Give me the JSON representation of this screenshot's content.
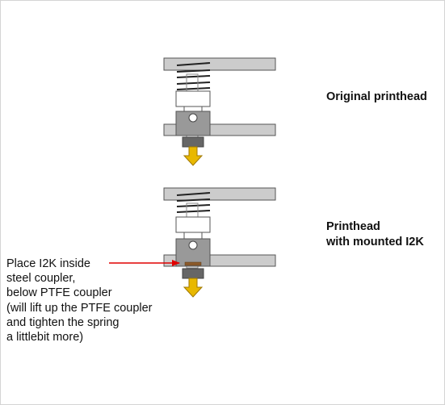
{
  "labels": {
    "original": "Original printhead",
    "mounted": [
      "Printhead",
      "with mounted I2K"
    ]
  },
  "note": [
    "Place I2K inside",
    "steel coupler,",
    "below PTFE coupler",
    "(will lift up the PTFE coupler",
    "and tighten the spring",
    "a littlebit more)"
  ],
  "colors": {
    "plate": "#cccccc",
    "outline": "#555555",
    "steel_coupler": "#999999",
    "nozzle": "#666666",
    "filament_arrow": "#e8b800",
    "i2k": "#8b5a2b",
    "callout_arrow": "#e00000"
  }
}
